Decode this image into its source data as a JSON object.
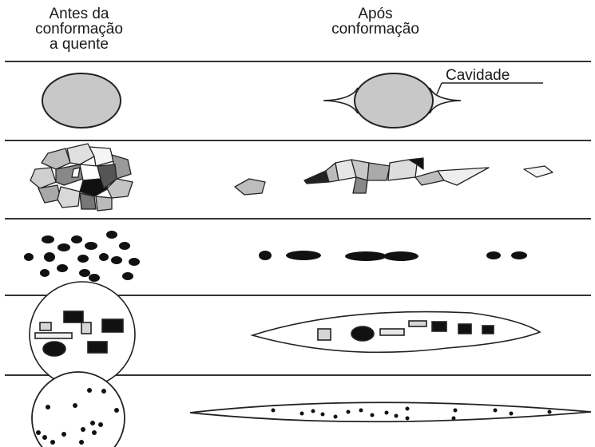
{
  "header": {
    "before": [
      "Antes da",
      "conformação",
      "a quente"
    ],
    "after": [
      "Após",
      "conformação"
    ]
  },
  "rows": [
    {
      "id": "cavity",
      "annotation": "Cavidade"
    },
    {
      "id": "brittle-aggregate"
    },
    {
      "id": "ductile-particles"
    },
    {
      "id": "mixed-inclusion"
    },
    {
      "id": "dispersed-particles"
    }
  ],
  "colors": {
    "line": "#222222",
    "fill_gray": "#c8c8c8",
    "fill_dark": "#111111",
    "fill_light": "#e6e6e6"
  }
}
